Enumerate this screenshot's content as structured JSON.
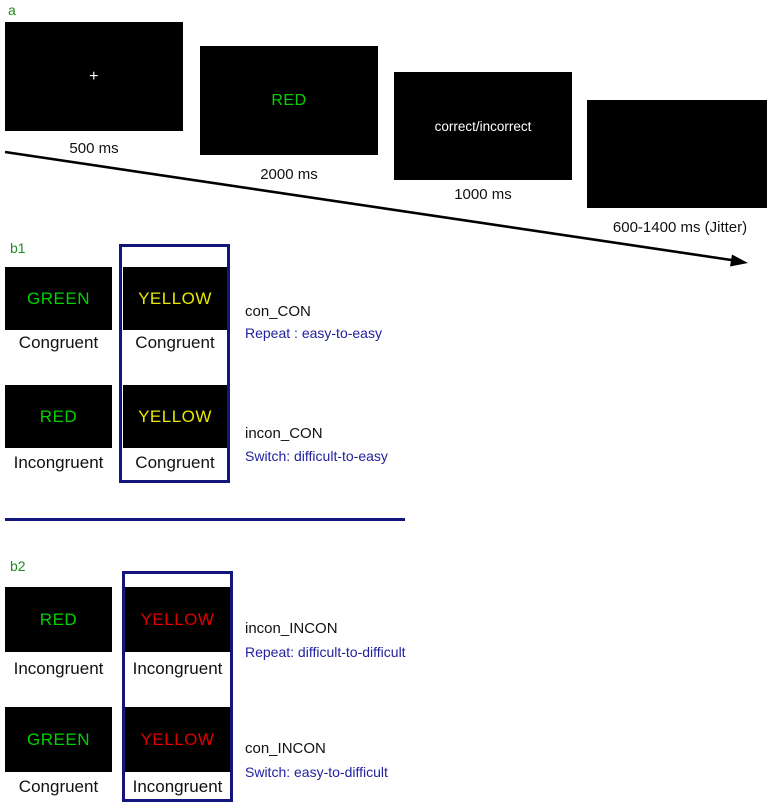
{
  "colors": {
    "panel_label_green": "#1e8c1e",
    "stim_green": "#00d200",
    "stim_yellow": "#e8e800",
    "stim_red": "#e00000",
    "stim_white": "#ffffff",
    "navy_accent": "#14147d",
    "navy_text": "#2222a0"
  },
  "panel_a": {
    "label": "a",
    "frames": [
      {
        "stimulus": "+",
        "color": "#ffffff",
        "duration": "500 ms"
      },
      {
        "stimulus": "RED",
        "color": "#00d200",
        "duration": "2000 ms"
      },
      {
        "stimulus": "correct/incorrect",
        "color": "#ffffff",
        "duration": "1000 ms"
      },
      {
        "stimulus": "",
        "color": "#ffffff",
        "duration": "600-1400 ms (Jitter)"
      }
    ]
  },
  "panel_b1": {
    "label": "b1",
    "rows": [
      {
        "prev_word": "GREEN",
        "prev_color": "#00d200",
        "prev_type": "Congruent",
        "curr_word": "YELLOW",
        "curr_color": "#e8e800",
        "curr_type": "Congruent",
        "condition": "con_CON",
        "transition": "Repeat : easy-to-easy"
      },
      {
        "prev_word": "RED",
        "prev_color": "#00d200",
        "prev_type": "Incongruent",
        "curr_word": "YELLOW",
        "curr_color": "#e8e800",
        "curr_type": "Congruent",
        "condition": "incon_CON",
        "transition": "Switch: difficult-to-easy"
      }
    ]
  },
  "panel_b2": {
    "label": "b2",
    "rows": [
      {
        "prev_word": "RED",
        "prev_color": "#00d200",
        "prev_type": "Incongruent",
        "curr_word": "YELLOW",
        "curr_color": "#e00000",
        "curr_type": "Incongruent",
        "condition": "incon_INCON",
        "transition": "Repeat: difficult-to-difficult"
      },
      {
        "prev_word": "GREEN",
        "prev_color": "#00d200",
        "prev_type": "Congruent",
        "curr_word": "YELLOW",
        "curr_color": "#e00000",
        "curr_type": "Incongruent",
        "condition": "con_INCON",
        "transition": "Switch: easy-to-difficult"
      }
    ]
  }
}
